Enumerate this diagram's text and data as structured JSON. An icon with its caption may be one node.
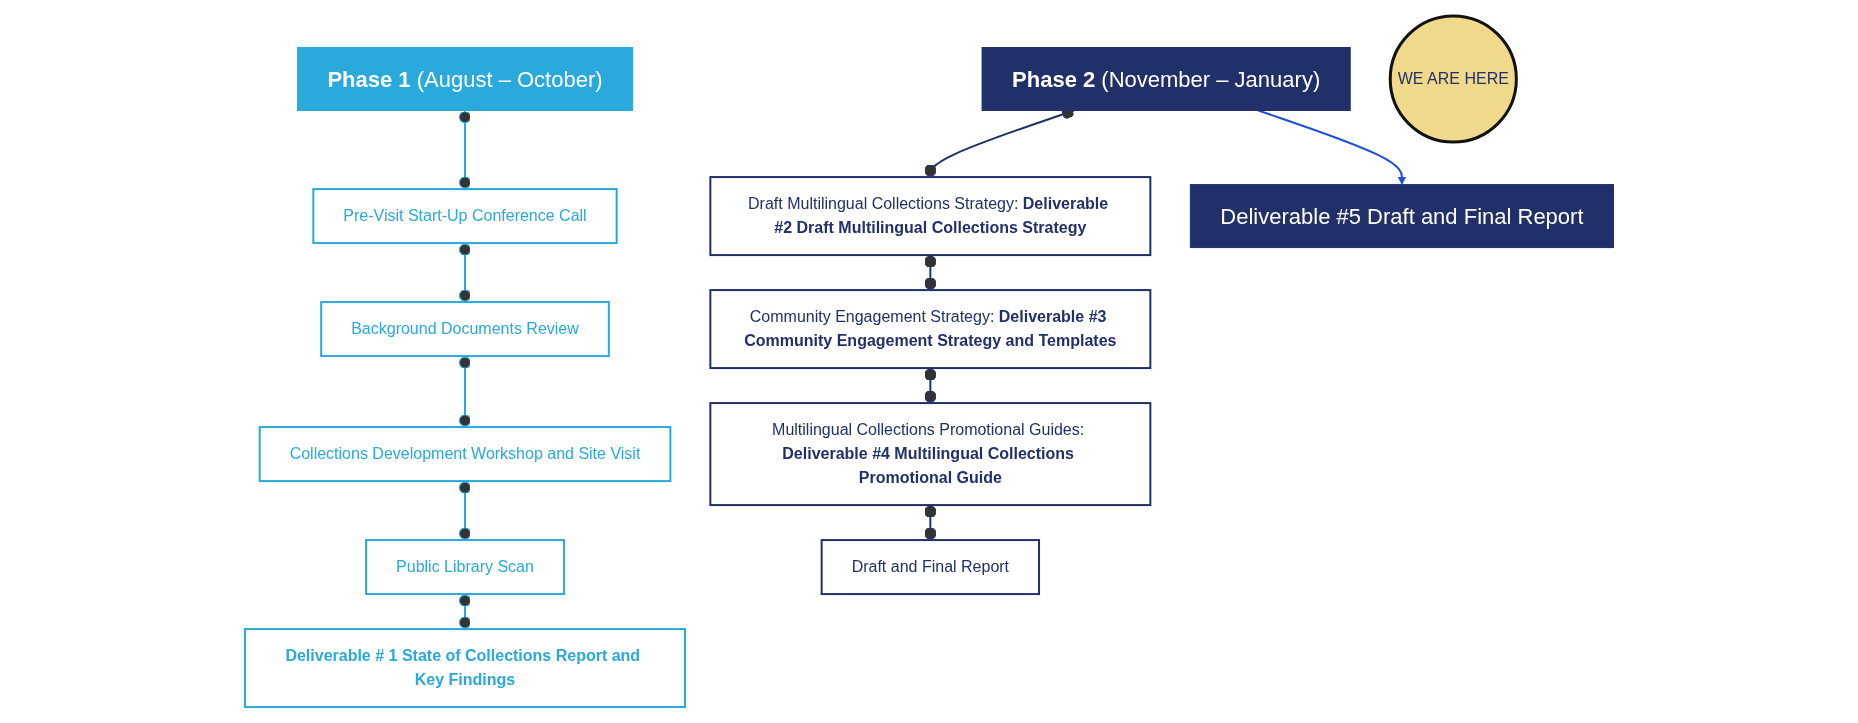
{
  "diagram": {
    "nodes": [
      {
        "text": [
          "**Phase 1** (August – October)"
        ]
      },
      {
        "text": [
          "Pre-Visit Start-Up Conference Call"
        ]
      },
      {
        "text": [
          "Background Documents Review"
        ]
      },
      {
        "text": [
          "Collections Development Workshop and Site Visit"
        ]
      },
      {
        "text": [
          "Public Library Scan"
        ]
      },
      {
        "text": [
          "Deliverable # 1 State of Collections Report and Key Findings"
        ]
      },
      {
        "text": [
          "**Phase 2** (November – January)"
        ]
      },
      {
        "text": [
          "Draft Multilingual Collections Strategy: **Deliverable #2 Draft Multilingual Collections Strategy**"
        ]
      },
      {
        "text": [
          "Community Engagement Strategy: **Deliverable #3 Community Engagement Strategy and Templates**"
        ]
      },
      {
        "text": [
          "Multilingual Collections Promotional Guides: **Deliverable #4 Multilingual Collections Promotional Guide**"
        ]
      },
      {
        "text": [
          "Draft and Final Report"
        ]
      },
      {
        "text": [
          "Deliverable #5 Draft and Final Report"
        ]
      },
      {
        "text": [
          "WE ARE HERE"
        ]
      }
    ],
    "edges": [
      {
        "from": 0,
        "to": 1,
        "arrow": "other"
      },
      {
        "from": 1,
        "to": 2,
        "arrow": "other"
      },
      {
        "from": 2,
        "to": 3,
        "arrow": "other"
      },
      {
        "from": 3,
        "to": 4,
        "arrow": "other"
      },
      {
        "from": 4,
        "to": 5,
        "arrow": "other"
      },
      {
        "from": 6,
        "to": 7,
        "arrow": "other",
        "color": "#22306a"
      },
      {
        "from": 7,
        "to": 8,
        "arrow": "other",
        "color": "#22306a"
      },
      {
        "from": 8,
        "to": 9,
        "arrow": "other",
        "color": "#22306a"
      },
      {
        "from": 9,
        "to": 10,
        "arrow": "other",
        "color": "#22306a"
      },
      {
        "from": 6,
        "to": 11,
        "arrow": "to",
        "color": "#1f4fd6"
      }
    ]
  }
}
